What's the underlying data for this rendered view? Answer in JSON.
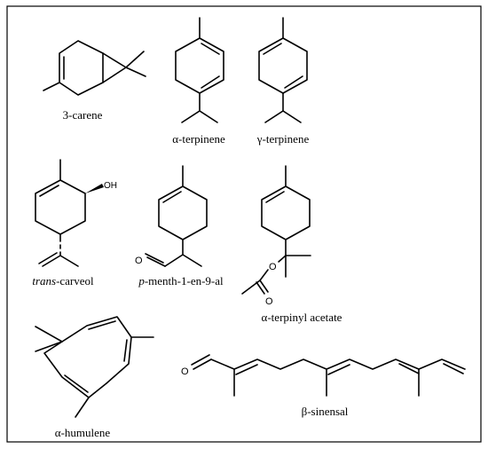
{
  "compounds": [
    {
      "id": "3-carene",
      "name": "3-carene",
      "italic_prefix": ""
    },
    {
      "id": "a-terpinene",
      "name": "α-terpinene",
      "italic_prefix": ""
    },
    {
      "id": "g-terpinene",
      "name": "γ-terpinene",
      "italic_prefix": ""
    },
    {
      "id": "trans-carveol",
      "name": "-carveol",
      "italic_prefix": "trans"
    },
    {
      "id": "p-menth-1-en-9-al",
      "name": "-menth-1-en-9-al",
      "italic_prefix": "p"
    },
    {
      "id": "a-terpinyl-acetate",
      "name": "α-terpinyl acetate",
      "italic_prefix": ""
    },
    {
      "id": "a-humulene",
      "name": "α-humulene",
      "italic_prefix": ""
    },
    {
      "id": "b-sinensal",
      "name": "β-sinensal",
      "italic_prefix": ""
    }
  ],
  "atom_labels": {
    "hydroxyl": "OH",
    "aldehyde_o": "O",
    "ester_o_single": "O",
    "ester_o_double": "O",
    "sinensal_o": "O"
  }
}
